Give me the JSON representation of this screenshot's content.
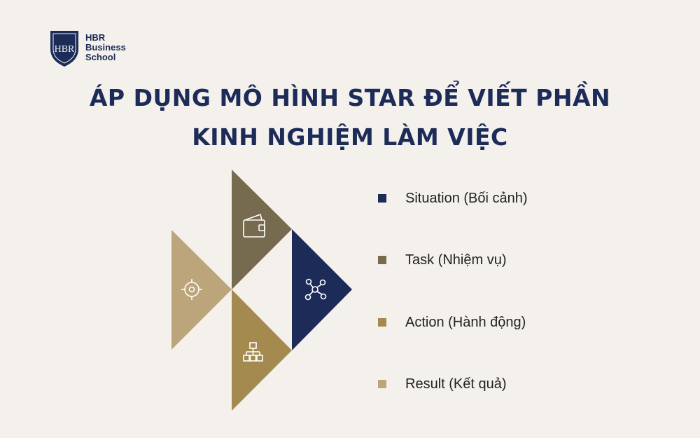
{
  "logo": {
    "monogram": "HBR",
    "line1": "HBR",
    "line2": "Business",
    "line3": "School"
  },
  "title": {
    "line1": "ÁP DỤNG MÔ HÌNH STAR ĐỂ VIẾT PHẦN",
    "line2": "KINH NGHIỆM LÀM VIỆC"
  },
  "colors": {
    "background": "#f4f1ec",
    "navy": "#1c2b58",
    "olive": "#766a4f",
    "bronze": "#a48a4e",
    "sand": "#bca57a"
  },
  "diagram": {
    "icons": [
      "wallet-icon",
      "network-icon",
      "target-icon",
      "hierarchy-icon"
    ]
  },
  "legend": [
    {
      "label": "Situation (Bối cảnh)",
      "color": "#1c2b58"
    },
    {
      "label": "Task (Nhiệm vụ)",
      "color": "#766a4f"
    },
    {
      "label": "Action (Hành động)",
      "color": "#a48a4e"
    },
    {
      "label": "Result (Kết quả)",
      "color": "#bca57a"
    }
  ]
}
